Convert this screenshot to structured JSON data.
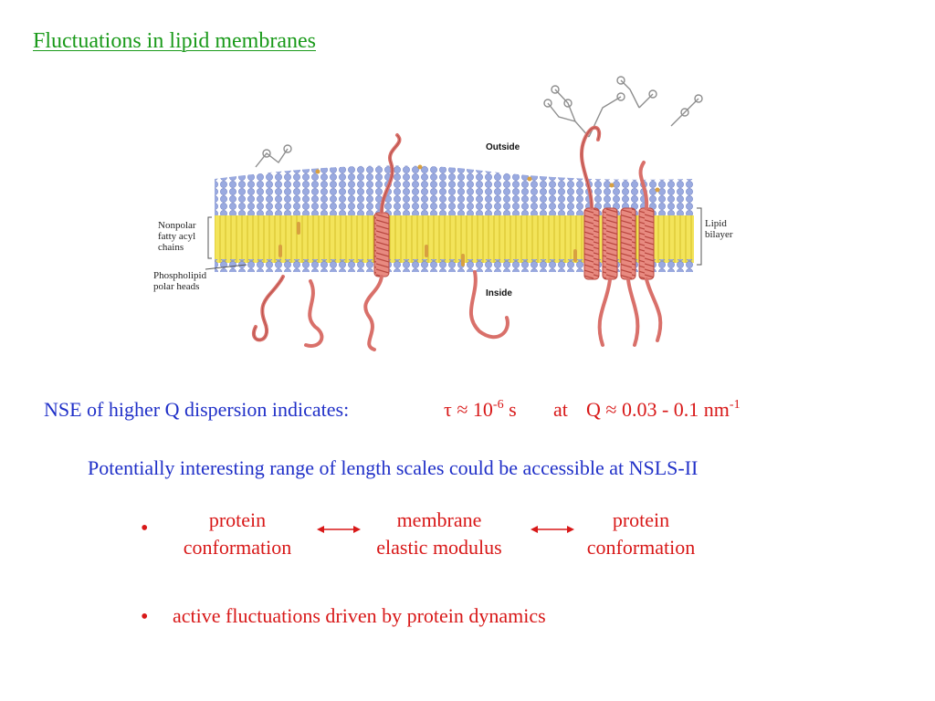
{
  "title": "Fluctuations in lipid membranes",
  "figure": {
    "labels": {
      "outside": "Outside",
      "inside": "Inside",
      "nonpolar_1": "Nonpolar",
      "nonpolar_2": "fatty acyl",
      "nonpolar_3": "chains",
      "phospho_1": "Phospholipid",
      "phospho_2": "polar heads",
      "lipid_1": "Lipid",
      "lipid_2": "bilayer"
    },
    "colors": {
      "heads": "#8fa0dc",
      "tails": "#f0e050",
      "protein": "#d9706a",
      "sugar": "#9a9a9a"
    }
  },
  "nse": {
    "label": "NSE of higher Q dispersion indicates:",
    "tau_prefix": "τ ≈ 10",
    "tau_exp": "-6",
    "tau_unit": " s",
    "at": "at",
    "q_prefix": "Q ≈ 0.03 - 0.1 nm",
    "q_exp": "-1"
  },
  "potential": "Potentially interesting range of length scales could be accessible at NSLS-II",
  "bullets": {
    "symbol": "•",
    "coupling": {
      "left_line1": "protein",
      "left_line2": "conformation",
      "middle_line1": "membrane",
      "middle_line2": "elastic modulus",
      "right_line1": "protein",
      "right_line2": "conformation"
    },
    "active": "active fluctuations driven by protein dynamics"
  }
}
